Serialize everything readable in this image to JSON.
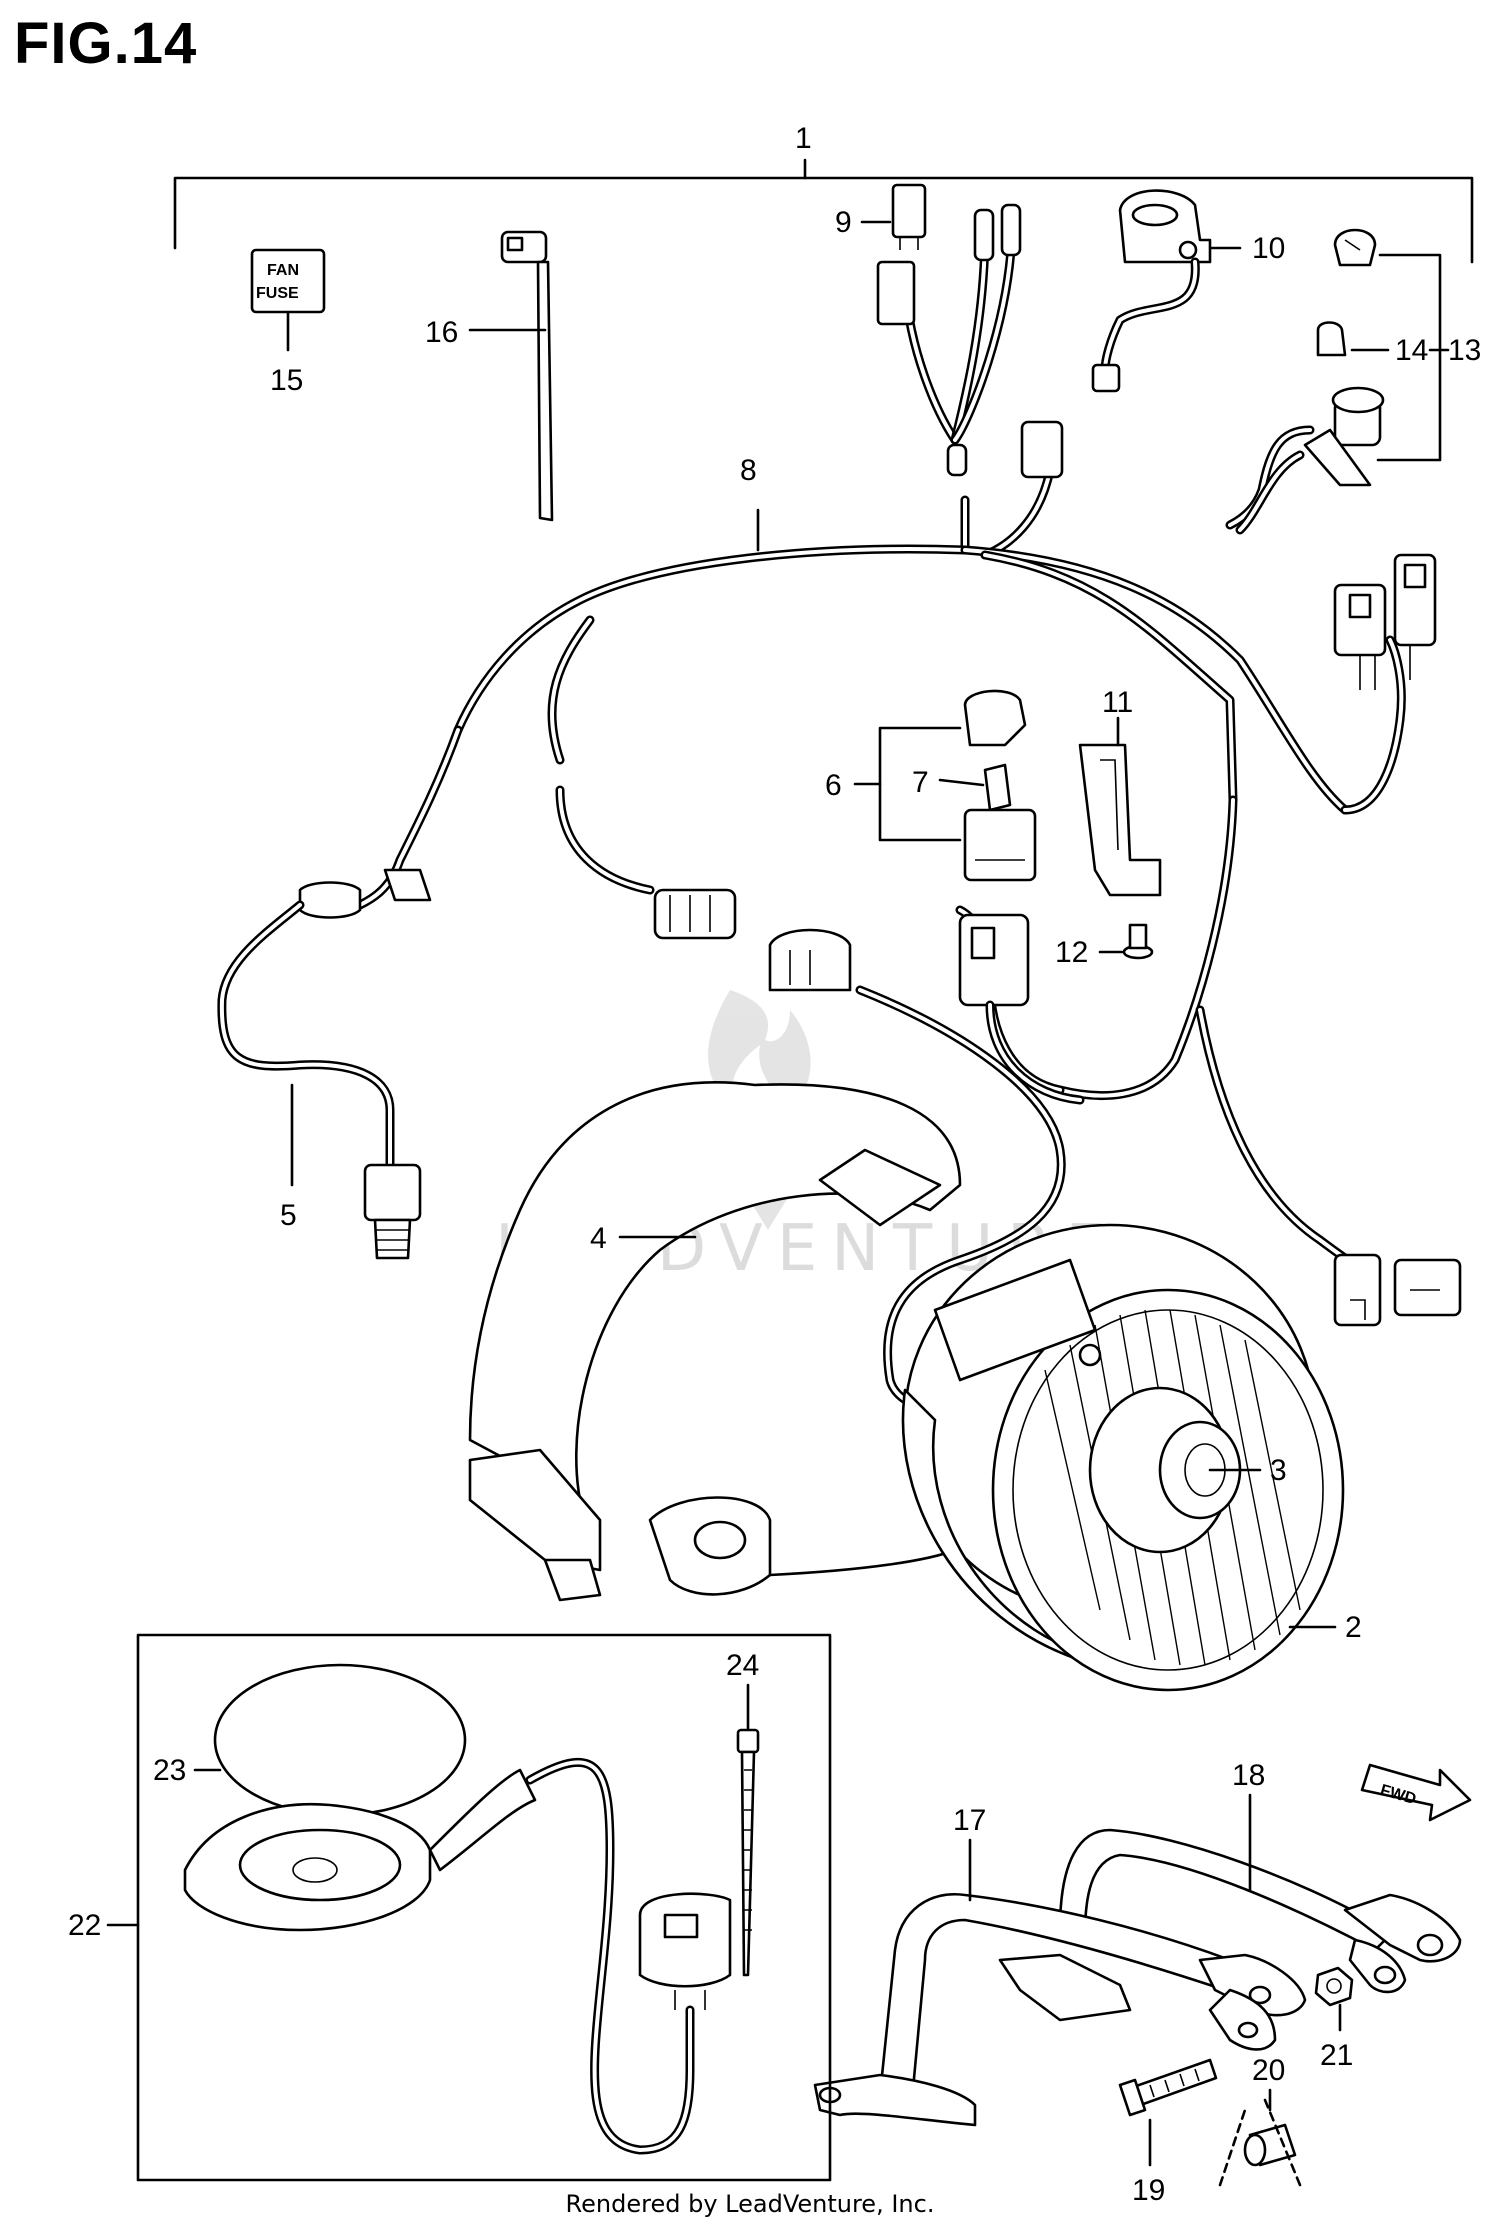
{
  "figure": {
    "title": "FIG.14",
    "footer": "Rendered by LeadVenture, Inc.",
    "watermark": "LEADVENTURE"
  },
  "fuse_label": {
    "line1": "FAN",
    "line2": "FUSE"
  },
  "direction_label": "FWD",
  "callouts": {
    "c1": "1",
    "c2": "2",
    "c3": "3",
    "c4": "4",
    "c5": "5",
    "c6": "6",
    "c7": "7",
    "c8": "8",
    "c9": "9",
    "c10": "10",
    "c11": "11",
    "c12": "12",
    "c13": "13",
    "c14": "14",
    "c15": "15",
    "c16": "16",
    "c17": "17",
    "c18": "18",
    "c19": "19",
    "c20": "20",
    "c21": "21",
    "c22": "22",
    "c23": "23",
    "c24": "24"
  },
  "icons": {
    "direction": "fwd-arrow-icon",
    "watermark_logo": "leadventure-flame-logo"
  }
}
